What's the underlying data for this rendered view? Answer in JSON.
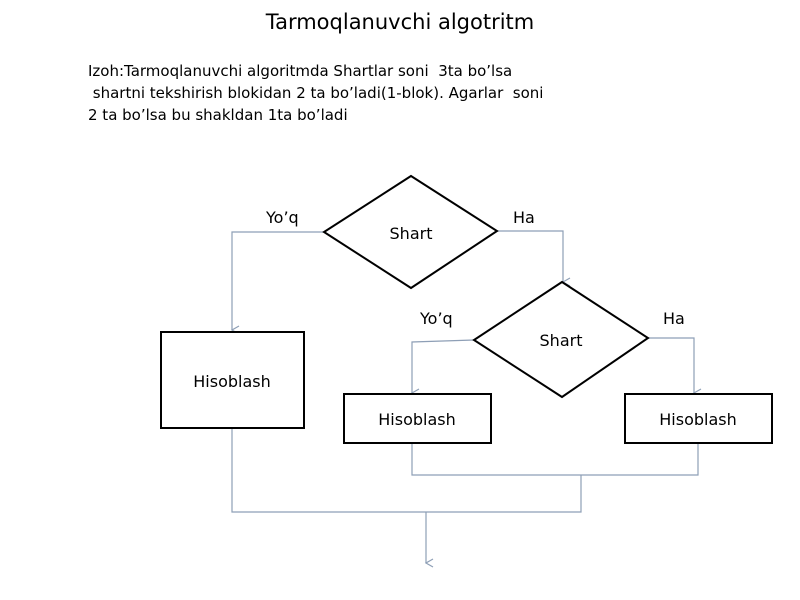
{
  "title": "Tarmoqlanuvchi  algotritm",
  "note": {
    "line1": "Izoh:Tarmoqlanuvchi algoritmda Shartlar soni  3ta bo’lsa",
    "line2": " shartni tekshirish blokidan 2 ta bo’ladi(1-blok). Agarlar  soni",
    "line3": "2 ta bo’lsa bu shakldan 1ta bo’ladi"
  },
  "diagram": {
    "decision1": {
      "label": "Shart",
      "no_label": "Yo’q",
      "yes_label": "Ha"
    },
    "decision2": {
      "label": "Shart",
      "no_label": "Yo’q",
      "yes_label": "Ha"
    },
    "process_left": {
      "label": "Hisoblash"
    },
    "process_mid": {
      "label": "Hisoblash"
    },
    "process_right": {
      "label": "Hisoblash"
    }
  },
  "colors": {
    "connector": "#8e9fb6",
    "shape_stroke": "#000000"
  }
}
